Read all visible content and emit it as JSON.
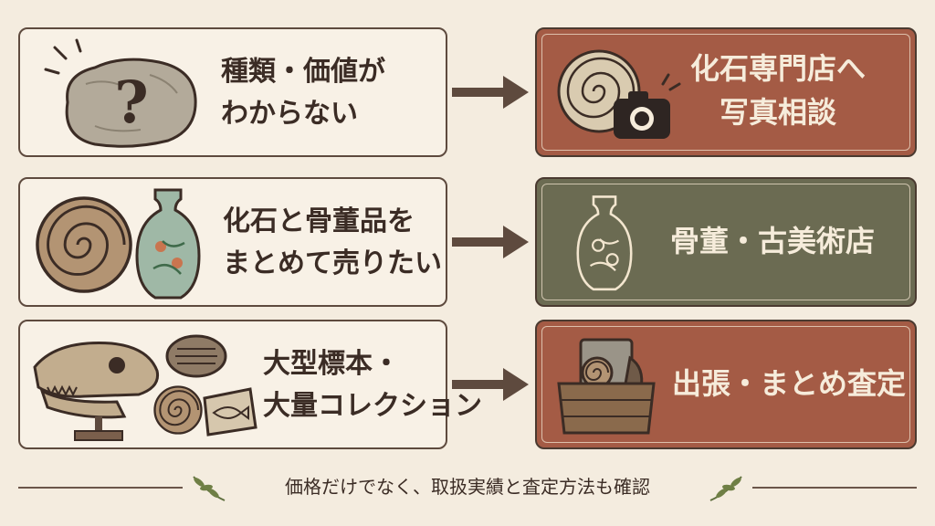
{
  "rows": [
    {
      "left_lines": [
        "種類・価値が",
        "わからない"
      ],
      "right_lines": [
        "化石専門店へ",
        "写真相談"
      ],
      "right_color": "#a45b45"
    },
    {
      "left_lines": [
        "化石と骨董品を",
        "まとめて売りたい"
      ],
      "right_lines": [
        "骨董・古美術店"
      ],
      "right_color": "#6b6b52"
    },
    {
      "left_lines": [
        "大型標本・",
        "大量コレクション"
      ],
      "right_lines": [
        "出張・まとめ査定"
      ],
      "right_color": "#a45b45"
    }
  ],
  "icons": {
    "row1_left": "rock-question-icon",
    "row1_right": [
      "ammonite-icon",
      "camera-icon"
    ],
    "row2_left": [
      "ammonite-icon",
      "vase-icon"
    ],
    "row2_right": "vase-outline-icon",
    "row3_left": [
      "dinosaur-skull-icon",
      "trilobite-icon",
      "ammonite-icon",
      "fish-fossil-icon"
    ],
    "row3_right": "crate-of-fossils-icon"
  },
  "footer": {
    "text": "価格だけでなく、取扱実績と査定方法も確認"
  }
}
